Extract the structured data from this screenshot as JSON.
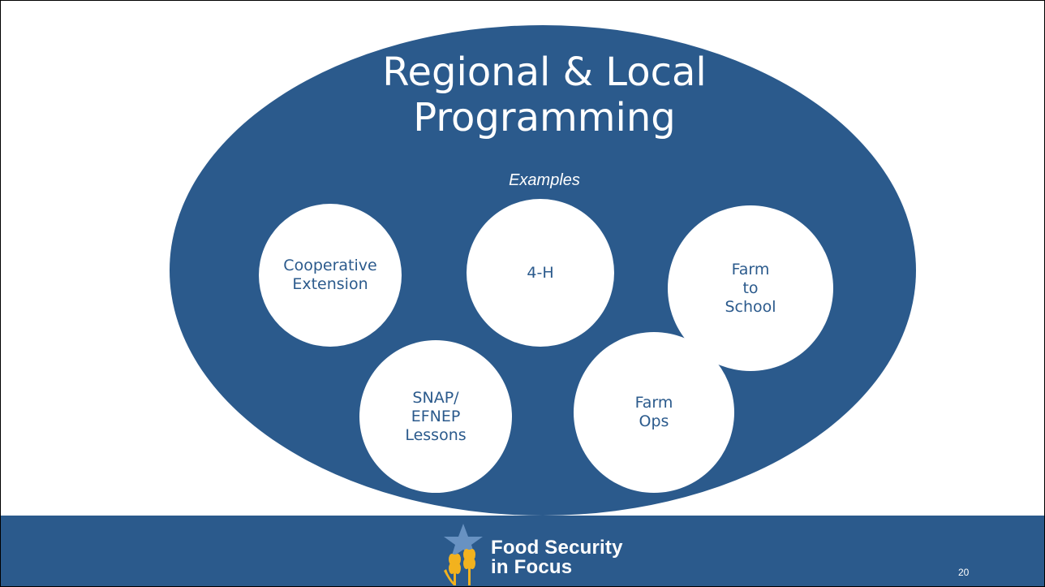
{
  "title": "Regional & Local\nProgramming",
  "subtitle": "Examples",
  "circles": [
    {
      "label": "Cooperative\nExtension"
    },
    {
      "label": "4-H"
    },
    {
      "label": "Farm\nto\nSchool"
    },
    {
      "label": "SNAP/\nEFNEP\nLessons"
    },
    {
      "label": "Farm\nOps"
    }
  ],
  "footer": {
    "logo_line1": "Food Security",
    "logo_line2": "in Focus",
    "page_number": "20",
    "logo_icon": "wheat-star-icon"
  },
  "colors": {
    "primary": "#2b5a8c",
    "accent_gold": "#f2b21e",
    "white": "#ffffff"
  }
}
